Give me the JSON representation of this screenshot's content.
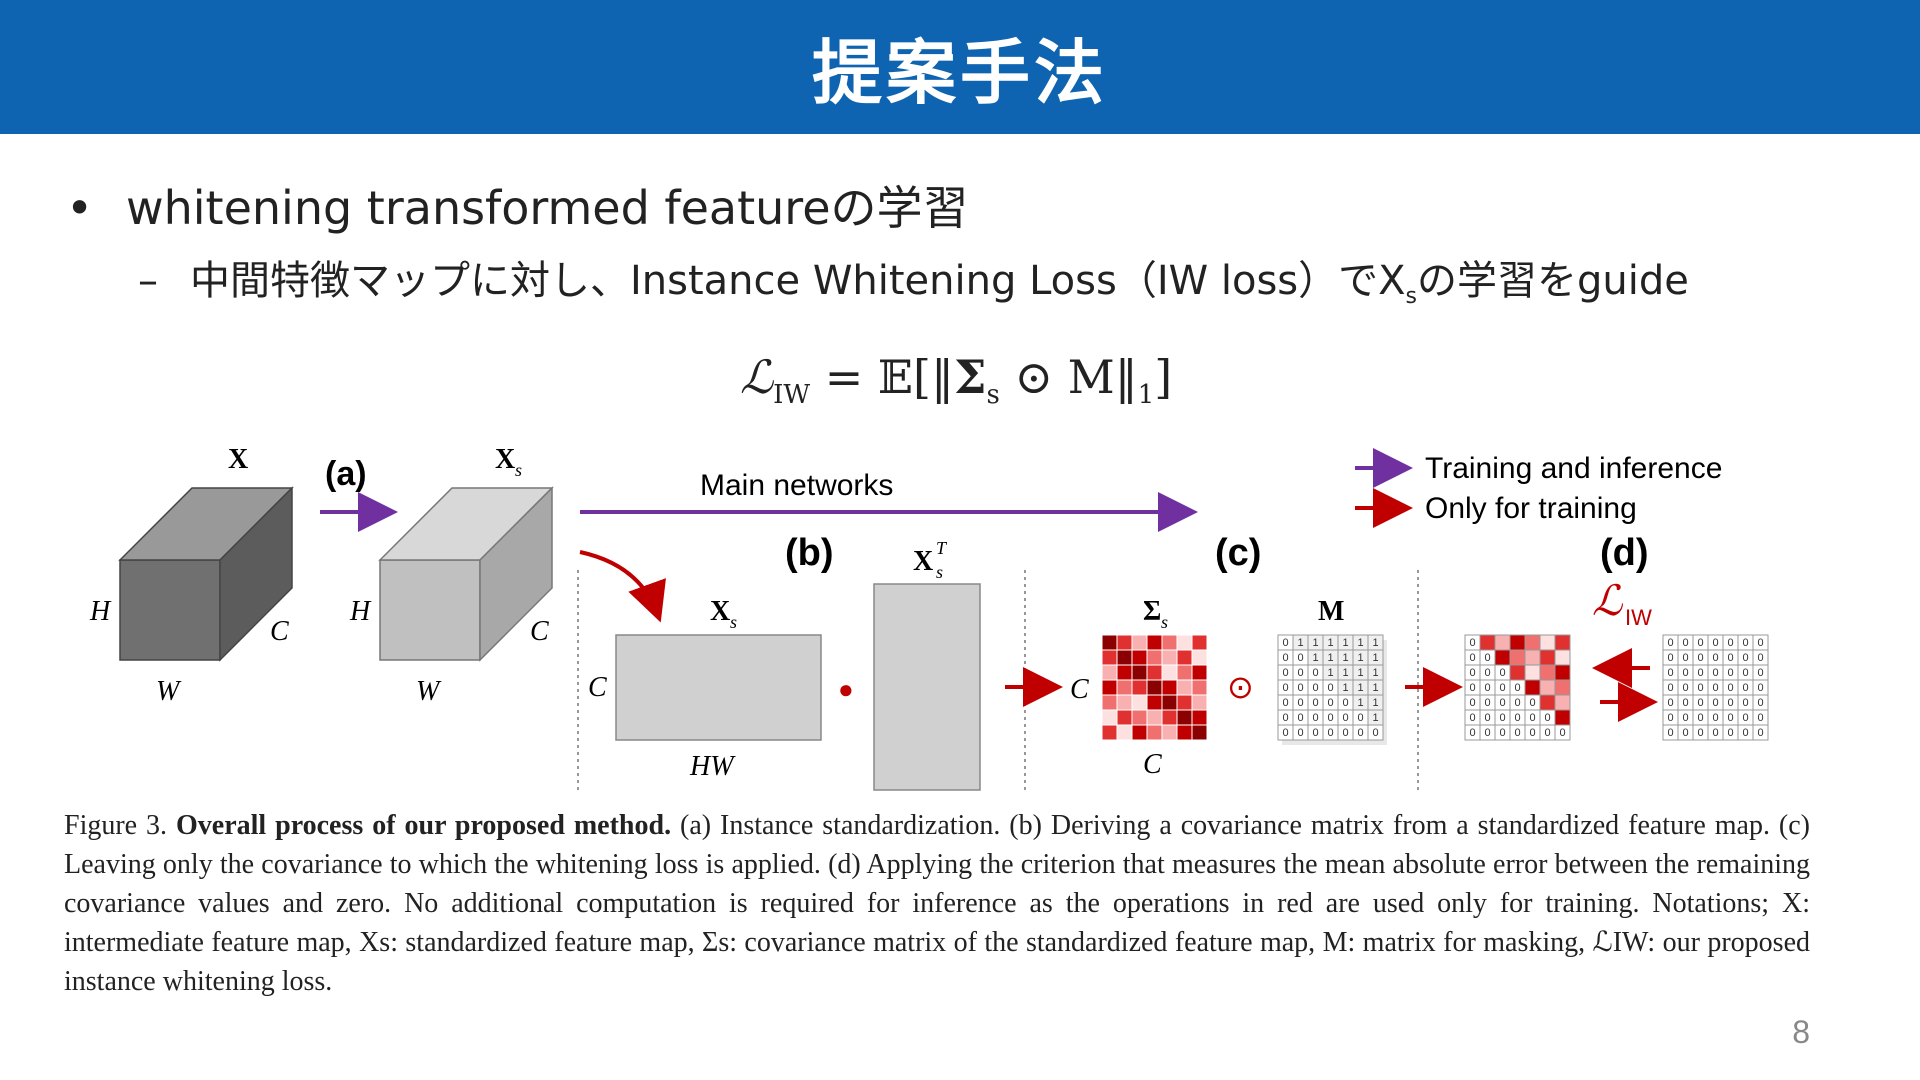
{
  "header": {
    "title": "提案手法"
  },
  "bullets": {
    "level1": {
      "marker": "•",
      "text": "whitening transformed featureの学習"
    },
    "level2": {
      "marker": "–",
      "text_before": "中間特徴マップに対し、Instance Whitening Loss（IW loss）でX",
      "subscript": "s",
      "text_after": "の学習をguide"
    }
  },
  "formula": {
    "lhs_symbol": "ℒ",
    "lhs_sub": "IW",
    "rhs_main": "= 𝔼[‖",
    "sigma": "Σ",
    "sigma_sub": "s",
    "rhs_rest": " ⊙ M‖",
    "norm_sub": "1",
    "close": "]"
  },
  "figure": {
    "labels": {
      "x": "X",
      "xs": "X",
      "xs_sub": "s",
      "xst": "X",
      "xst_sup": "T",
      "xst_sub": "s",
      "h": "H",
      "w": "W",
      "c": "C",
      "hw": "HW",
      "step_a": "(a)",
      "step_b": "(b)",
      "step_c": "(c)",
      "step_d": "(d)",
      "main_networks": "Main networks",
      "sigma_s": "Σ",
      "sigma_s_sub": "s",
      "m": "M",
      "liw": "ℒ",
      "liw_sub": "IW",
      "odot": "⊙",
      "dot": "●"
    },
    "legend": [
      {
        "label": "Training and inference",
        "color": "#7030a0"
      },
      {
        "label": "Only for training",
        "color": "#c00000"
      }
    ],
    "mask_row_text": {
      "m_rows": [
        "0 1 1 1 1 1 1",
        "0 0 1 1 1 1 1",
        "0 0 0 1 1 1 1",
        "0 0 0 0 1 1 1",
        "0 0 0 0 0 1 1",
        "0 0 0 0 0 0 1",
        "0 0 0 0 0 0 0"
      ],
      "masked_rows": [
        "0",
        "0 0",
        "0 0 0",
        "0 0 0 0",
        "0 0 0 0 0",
        "0 0 0 0 0 0",
        "0 0 0 0 0 0 0"
      ],
      "zero_rows": [
        "0 0 0 0 0 0 0",
        "0 0 0 0 0 0 0",
        "0 0 0 0 0 0 0",
        "0 0 0 0 0 0 0",
        "0 0 0 0 0 0 0",
        "0 0 0 0 0 0 0",
        "0 0 0 0 0 0 0"
      ]
    },
    "colors": {
      "cube_dark": "#777777",
      "cube_light": "#c8c8c8",
      "purple": "#7030a0",
      "red": "#c00000"
    }
  },
  "caption": {
    "prefix": "Figure 3. ",
    "bold": "Overall process of our proposed method.",
    "text": " (a) Instance standardization. (b) Deriving a covariance matrix from a standardized feature map. (c) Leaving only the covariance to which the whitening loss is applied. (d) Applying the criterion that measures the mean absolute error between the remaining covariance values and zero. No additional computation is required for inference as the operations in red are used only for training. Notations; X: intermediate feature map, Xs: standardized feature map, Σs: covariance matrix of the standardized feature map, M: matrix for masking, ℒIW: our proposed instance whitening loss."
  },
  "page": {
    "number": "8"
  }
}
